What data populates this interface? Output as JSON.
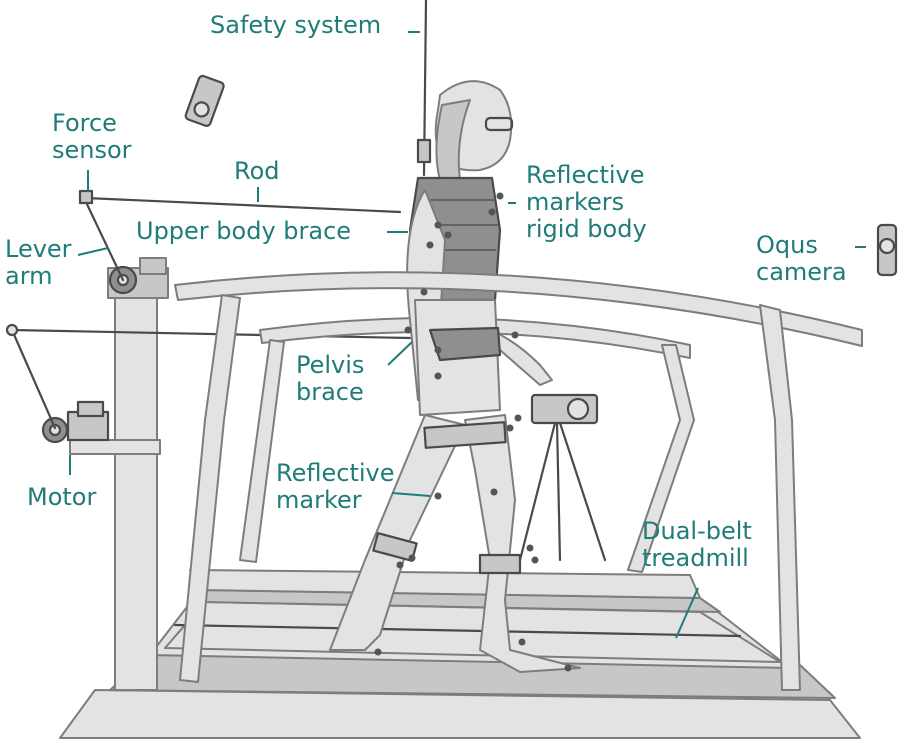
{
  "labels": {
    "safety_system": "Safety system",
    "force_sensor": [
      "Force",
      "sensor"
    ],
    "rod": "Rod",
    "upper_body_brace": "Upper body brace",
    "reflective_markers_rigid_body": [
      "Reflective",
      "markers",
      "rigid body"
    ],
    "lever_arm": [
      "Lever",
      "arm"
    ],
    "oqus_camera": [
      "Oqus",
      "camera"
    ],
    "pelvis_brace": [
      "Pelvis",
      "brace"
    ],
    "reflective_marker": [
      "Reflective",
      "marker"
    ],
    "motor": "Motor",
    "dual_belt_treadmill": [
      "Dual-belt",
      "treadmill"
    ]
  },
  "colors": {
    "label_text": "#1f7c78",
    "leader_line": "#1f7c78",
    "pencil_light": "#e3e3e3",
    "pencil_mid": "#c7c7c7",
    "pencil_dark": "#4a4a4a"
  }
}
